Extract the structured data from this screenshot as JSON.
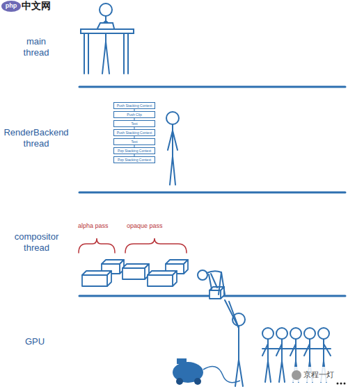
{
  "diagram": {
    "nodes": [
      {
        "text": [
          "Push Stacking Context"
        ]
      },
      {
        "text": [
          "Push Clip"
        ]
      },
      {
        "text": [
          "Text"
        ]
      },
      {
        "text": [
          "Push Stacking Context"
        ]
      },
      {
        "text": [
          "Text"
        ]
      },
      {
        "text": [
          "Pop Stacking Context"
        ]
      },
      {
        "text": [
          "Pop Stacking Context"
        ]
      }
    ],
    "edges": [
      {
        "from": 0,
        "to": 1,
        "arrow": "none"
      },
      {
        "from": 1,
        "to": 2,
        "arrow": "none"
      },
      {
        "from": 2,
        "to": 3,
        "arrow": "none"
      },
      {
        "from": 3,
        "to": 4,
        "arrow": "none"
      },
      {
        "from": 4,
        "to": 5,
        "arrow": "none"
      },
      {
        "from": 5,
        "to": 6,
        "arrow": "none"
      }
    ],
    "labels": [
      "main thread",
      "RenderBackend thread",
      "compositor thread",
      "GPU",
      "alpha pass",
      "opaque pass",
      "php",
      "中文网",
      "京程一灯"
    ]
  }
}
